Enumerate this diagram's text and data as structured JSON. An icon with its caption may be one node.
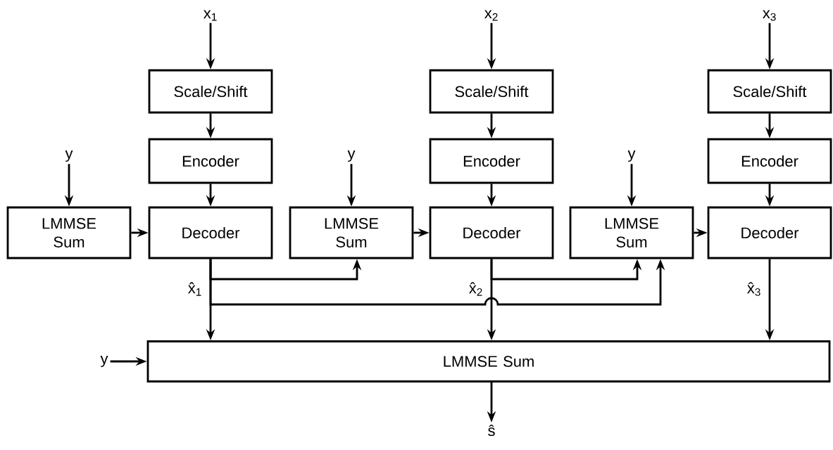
{
  "diagram": {
    "nodes": [
      {
        "text": [
          "x$_{1}$"
        ]
      },
      {
        "text": [
          "Scale/Shift"
        ]
      },
      {
        "text": [
          "Encoder"
        ]
      },
      {
        "text": [
          "Decoder"
        ],
        "beside": [
          "x̂$_{1}$"
        ]
      },
      {
        "text": [
          "y"
        ]
      },
      {
        "text": [
          "LMMSE Sum"
        ]
      },
      {
        "text": [
          "x$_{2}$"
        ]
      },
      {
        "text": [
          "Scale/Shift"
        ]
      },
      {
        "text": [
          "Encoder"
        ]
      },
      {
        "text": [
          "Decoder"
        ],
        "beside": [
          "x̂$_{2}$"
        ]
      },
      {
        "text": [
          "y"
        ]
      },
      {
        "text": [
          "LMMSE Sum"
        ]
      },
      {
        "text": [
          "x$_{3}$"
        ]
      },
      {
        "text": [
          "Scale/Shift"
        ]
      },
      {
        "text": [
          "Encoder"
        ]
      },
      {
        "text": [
          "Decoder"
        ],
        "beside": [
          "x̂$_{3}$"
        ]
      },
      {
        "text": [
          "y"
        ]
      },
      {
        "text": [
          "LMMSE Sum"
        ]
      },
      {
        "text": [
          "y"
        ]
      },
      {
        "text": [
          "LMMSE Sum"
        ]
      },
      {
        "text": [
          "ŝ"
        ]
      }
    ],
    "edges": [
      {
        "from": 0,
        "to": 1,
        "arrow": "to"
      },
      {
        "from": 1,
        "to": 2,
        "arrow": "to"
      },
      {
        "from": 2,
        "to": 3,
        "arrow": "to"
      },
      {
        "from": 4,
        "to": 5,
        "arrow": "to"
      },
      {
        "from": 5,
        "to": 3,
        "arrow": "to"
      },
      {
        "from": 6,
        "to": 7,
        "arrow": "to"
      },
      {
        "from": 7,
        "to": 8,
        "arrow": "to"
      },
      {
        "from": 8,
        "to": 9,
        "arrow": "to"
      },
      {
        "from": 10,
        "to": 11,
        "arrow": "to"
      },
      {
        "from": 11,
        "to": 9,
        "arrow": "to"
      },
      {
        "from": 12,
        "to": 13,
        "arrow": "to"
      },
      {
        "from": 13,
        "to": 14,
        "arrow": "to"
      },
      {
        "from": 14,
        "to": 15,
        "arrow": "to"
      },
      {
        "from": 16,
        "to": 17,
        "arrow": "to"
      },
      {
        "from": 17,
        "to": 15,
        "arrow": "to"
      },
      {
        "from": 3,
        "to": 11,
        "arrow": "to"
      },
      {
        "from": 3,
        "to": 17,
        "arrow": "to"
      },
      {
        "from": 3,
        "to": 19,
        "arrow": "to"
      },
      {
        "from": 9,
        "to": 17,
        "arrow": "to"
      },
      {
        "from": 9,
        "to": 19,
        "arrow": "to"
      },
      {
        "from": 15,
        "to": 19,
        "arrow": "to"
      },
      {
        "from": 18,
        "to": 19,
        "arrow": "to"
      },
      {
        "from": 19,
        "to": 20,
        "arrow": "to"
      }
    ]
  }
}
